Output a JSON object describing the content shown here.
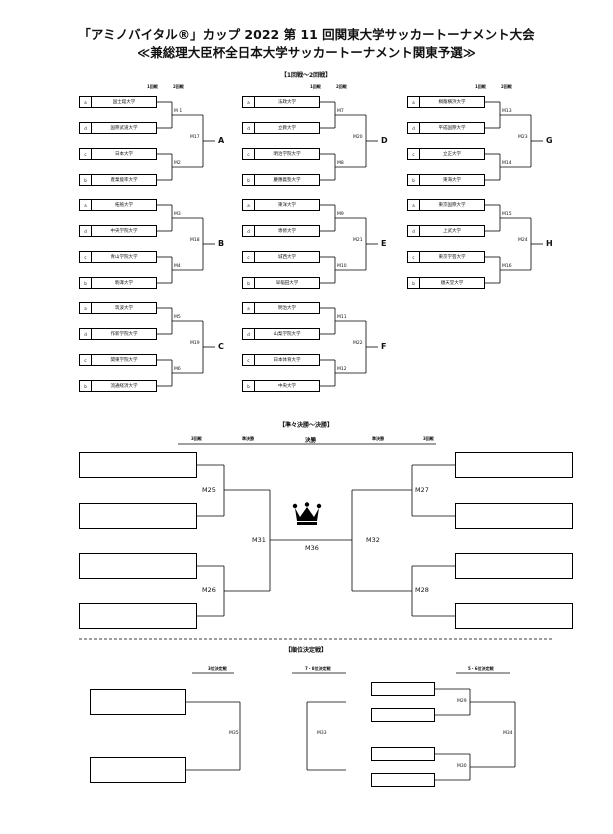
{
  "title": {
    "line1": "「アミノバイタル®」カップ 2022 第 11 回関東大学サッカートーナメント大会",
    "line2": "≪兼総理大臣杯全日本大学サッカートーナメント関東予選≫"
  },
  "section1": {
    "heading": "【1回戦～2回戦】",
    "round1_label": "1回戦",
    "round2_label": "2回戦"
  },
  "groups": [
    {
      "id": "A",
      "teams": [
        {
          "seed": "a",
          "name": "国士舘大学"
        },
        {
          "seed": "d",
          "name": "国際武道大学"
        },
        {
          "seed": "c",
          "name": "日本大学"
        },
        {
          "seed": "b",
          "name": "產業能率大学"
        }
      ],
      "m_top": "M 1",
      "m_bot": "M2",
      "m_final": "M17"
    },
    {
      "id": "B",
      "teams": [
        {
          "seed": "a",
          "name": "拓殖大学"
        },
        {
          "seed": "d",
          "name": "中央学院大学"
        },
        {
          "seed": "c",
          "name": "青山学院大学"
        },
        {
          "seed": "b",
          "name": "駒澤大学"
        }
      ],
      "m_top": "M3",
      "m_bot": "M4",
      "m_final": "M18"
    },
    {
      "id": "C",
      "teams": [
        {
          "seed": "a",
          "name": "筑波大学"
        },
        {
          "seed": "d",
          "name": "作新学院大学"
        },
        {
          "seed": "c",
          "name": "関東学院大学"
        },
        {
          "seed": "b",
          "name": "流通経済大学"
        }
      ],
      "m_top": "M5",
      "m_bot": "M6",
      "m_final": "M19"
    },
    {
      "id": "D",
      "teams": [
        {
          "seed": "a",
          "name": "法政大学"
        },
        {
          "seed": "d",
          "name": "立教大学"
        },
        {
          "seed": "c",
          "name": "明治学院大学"
        },
        {
          "seed": "b",
          "name": "慶應義塾大学"
        }
      ],
      "m_top": "M7",
      "m_bot": "M8",
      "m_final": "M20"
    },
    {
      "id": "E",
      "teams": [
        {
          "seed": "a",
          "name": "東洋大学"
        },
        {
          "seed": "d",
          "name": "専修大学"
        },
        {
          "seed": "c",
          "name": "城西大学"
        },
        {
          "seed": "b",
          "name": "早稲田大学"
        }
      ],
      "m_top": "M9",
      "m_bot": "M10",
      "m_final": "M21"
    },
    {
      "id": "F",
      "teams": [
        {
          "seed": "a",
          "name": "明治大学"
        },
        {
          "seed": "d",
          "name": "山梨学院大学"
        },
        {
          "seed": "c",
          "name": "日本体育大学"
        },
        {
          "seed": "b",
          "name": "中央大学"
        }
      ],
      "m_top": "M11",
      "m_bot": "M12",
      "m_final": "M22"
    },
    {
      "id": "G",
      "teams": [
        {
          "seed": "a",
          "name": "桐蔭横浜大学"
        },
        {
          "seed": "d",
          "name": "平成国際大学"
        },
        {
          "seed": "c",
          "name": "立正大学"
        },
        {
          "seed": "b",
          "name": "東海大学"
        }
      ],
      "m_top": "M13",
      "m_bot": "M14",
      "m_final": "M23"
    },
    {
      "id": "H",
      "teams": [
        {
          "seed": "a",
          "name": "東京国際大学"
        },
        {
          "seed": "d",
          "name": "上武大学"
        },
        {
          "seed": "c",
          "name": "東京学芸大学"
        },
        {
          "seed": "b",
          "name": "順天堂大学"
        }
      ],
      "m_top": "M15",
      "m_bot": "M16",
      "m_final": "M24"
    }
  ],
  "section2": {
    "heading": "【準々決勝～決勝】",
    "r3_label": "3回戦",
    "qf_label": "準決勝",
    "final_label": "決勝",
    "m25": "M25",
    "m26": "M26",
    "m27": "M27",
    "m28": "M28",
    "m31": "M31",
    "m32": "M32",
    "m36": "M36"
  },
  "section3": {
    "heading": "【順位決定戦】",
    "third_label": "3位決定戦",
    "seventh_label": "7・8位決定戦",
    "fifth_label": "5・6位決定戦",
    "m35": "M35",
    "m33": "M33",
    "m29": "M29",
    "m30": "M30",
    "m34": "M34"
  }
}
